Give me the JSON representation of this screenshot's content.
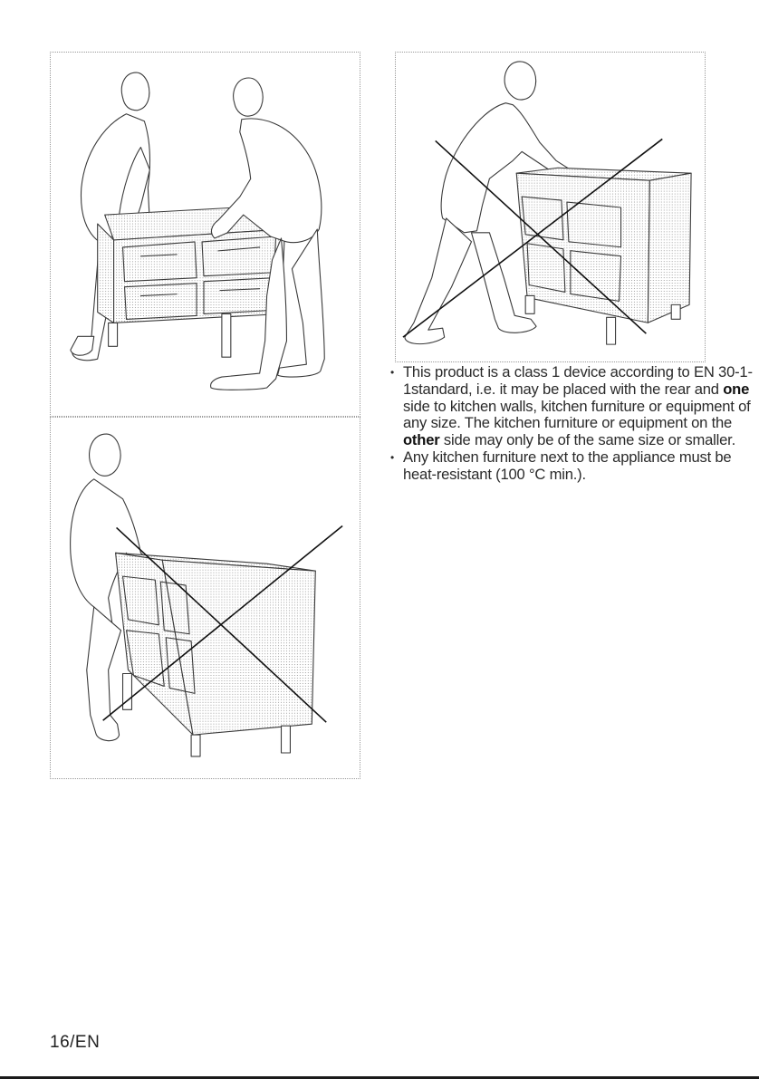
{
  "figures": [
    {
      "name": "two-person-carry",
      "description_visible": false
    },
    {
      "name": "one-person-lift-wrong",
      "crossed": true
    },
    {
      "name": "push-appliance-wrong",
      "crossed": true
    }
  ],
  "notes": [
    {
      "before": "This product is a class 1 device according to EN 30-1-1standard, i.e. it may be placed with the rear and ",
      "bold1": "one",
      "middle": " side to kitchen walls, kitchen furniture or equipment of any size. The kitchen furniture or equipment on the ",
      "bold2": "other",
      "after": " side may only be of the same size or smaller."
    },
    {
      "text": "Any kitchen furniture next to the appliance must be heat-resistant (100 °C min.)."
    }
  ],
  "footer": {
    "page_number": "16/EN"
  },
  "colors": {
    "line": "#3a3a3a",
    "cross": "#111111"
  }
}
